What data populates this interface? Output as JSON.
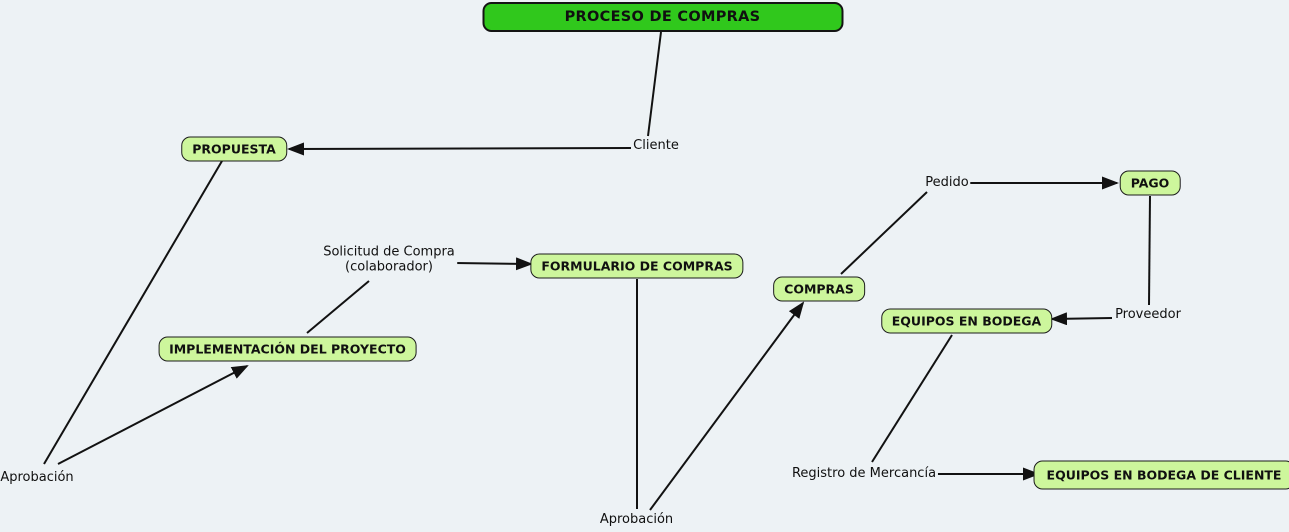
{
  "diagram": {
    "title": "PROCESO DE COMPRAS",
    "colors": {
      "background": "#edf2f5",
      "node_fill": "#cdf69c",
      "node_border": "#1c1c1c",
      "title_fill": "#30c81c",
      "connector": "#121212"
    },
    "nodes": {
      "proceso": "PROCESO DE COMPRAS",
      "propuesta": "PROPUESTA",
      "formulario": "FORMULARIO DE COMPRAS",
      "implementacion": "IMPLEMENTACIÓN DEL PROYECTO",
      "compras": "COMPRAS",
      "pago": "PAGO",
      "equipos_bodega": "EQUIPOS EN BODEGA",
      "equipos_cliente": "EQUIPOS EN BODEGA DE CLIENTE"
    },
    "links": {
      "cliente": "Cliente",
      "solicitud_line1": "Solicitud de Compra",
      "solicitud_line2": "(colaborador)",
      "pedido": "Pedido",
      "proveedor": "Proveedor",
      "registro": "Registro de Mercancía",
      "aprobacion_left": "Aprobación",
      "aprobacion_center": "Aprobación"
    }
  }
}
